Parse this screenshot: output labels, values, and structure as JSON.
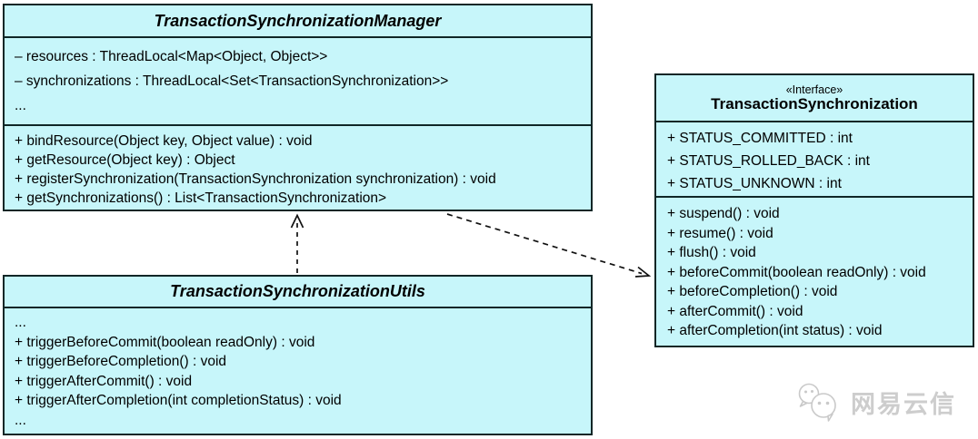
{
  "colors": {
    "box_fill": "#C7F6FA",
    "box_border": "#0F2626",
    "text": "#000000",
    "watermark": "#CDCDCD"
  },
  "manager": {
    "title": "TransactionSynchronizationManager",
    "attributes": [
      "– resources : ThreadLocal<Map<Object, Object>>",
      "– synchronizations : ThreadLocal<Set<TransactionSynchronization>>",
      "..."
    ],
    "methods": [
      "+ bindResource(Object key, Object value) : void",
      "+ getResource(Object key) : Object",
      "+ registerSynchronization(TransactionSynchronization synchronization) : void",
      "+ getSynchronizations() : List<TransactionSynchronization>"
    ]
  },
  "utils": {
    "title": "TransactionSynchronizationUtils",
    "members": [
      "...",
      "+ triggerBeforeCommit(boolean readOnly) : void",
      "+ triggerBeforeCompletion() : void",
      "+ triggerAfterCommit() : void",
      "+ triggerAfterCompletion(int completionStatus) : void",
      "..."
    ]
  },
  "sync": {
    "stereotype": "«Interface»",
    "title": "TransactionSynchronization",
    "attributes": [
      "+ STATUS_COMMITTED : int",
      "+ STATUS_ROLLED_BACK : int",
      "+ STATUS_UNKNOWN : int"
    ],
    "methods": [
      "+ suspend() : void",
      "+ resume() : void",
      "+ flush() : void",
      "+ beforeCommit(boolean readOnly) : void",
      "+ beforeCompletion() : void",
      "+ afterCommit() : void",
      "+ afterCompletion(int status) : void"
    ]
  },
  "relations": [
    {
      "from": "TransactionSynchronizationUtils",
      "to": "TransactionSynchronizationManager",
      "type": "dashed-dependency-arrow"
    },
    {
      "from": "TransactionSynchronizationManager",
      "to": "TransactionSynchronization",
      "type": "dashed-dependency-arrow"
    }
  ],
  "watermark": {
    "text": "网易云信",
    "icon": "chat-bubbles-icon"
  }
}
